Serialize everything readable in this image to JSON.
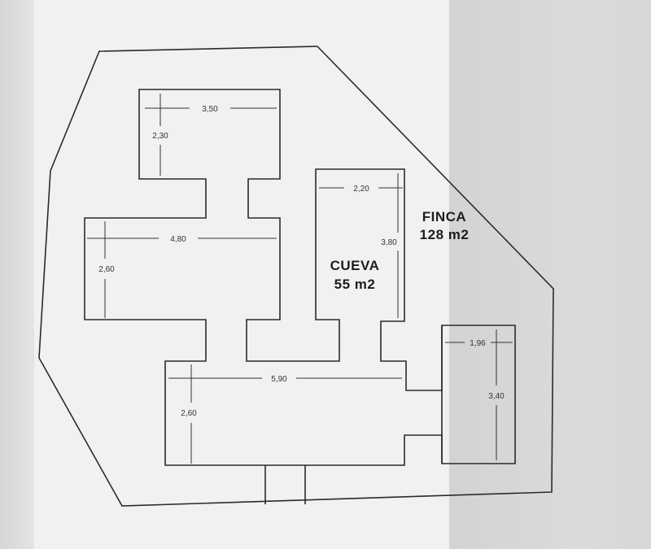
{
  "labels": {
    "finca_name": "FINCA",
    "finca_area": "128 m2",
    "cueva_name": "CUEVA",
    "cueva_area": "55 m2"
  },
  "dimensions": {
    "room_top_width": "3,50",
    "room_top_height": "2,30",
    "room_left_width": "4,80",
    "room_left_height": "2,60",
    "room_middle_width": "2,20",
    "room_middle_height": "3,80",
    "room_bottom_width": "5,90",
    "room_bottom_height": "2,60",
    "room_right_width": "1,96",
    "room_right_height": "3,40"
  }
}
